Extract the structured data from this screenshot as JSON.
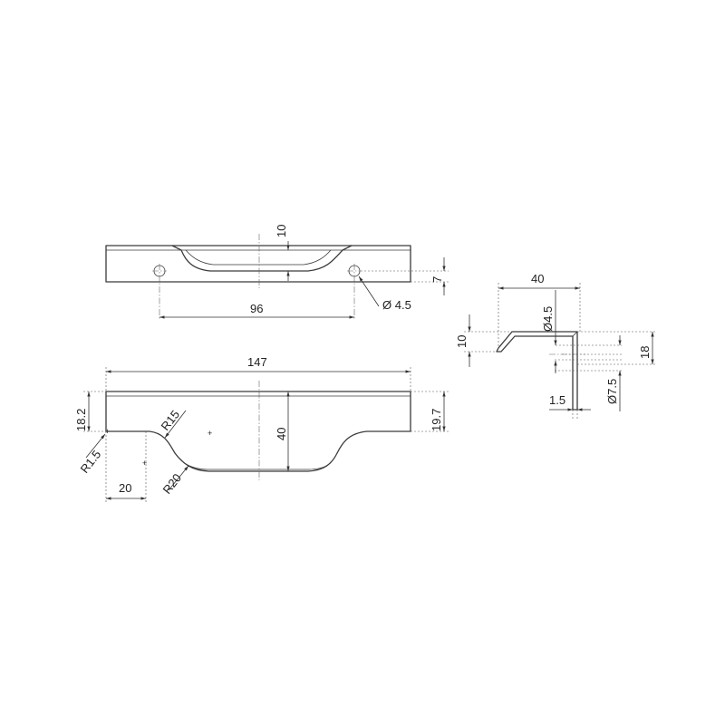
{
  "top_view": {
    "dim_depth": "10",
    "dim_hole_offset": "7",
    "dim_hole_spacing": "96",
    "dim_hole_diameter": "Ø 4.5"
  },
  "front_view": {
    "dim_length": "147",
    "dim_height": "40",
    "dim_left_height": "18.2",
    "dim_right_height": "19.7",
    "dim_offset": "20",
    "radius_small": "R1.5",
    "radius_mid": "R15",
    "radius_large": "R20"
  },
  "side_view": {
    "dim_width": "40",
    "dim_lip": "10",
    "dim_height": "18",
    "dim_hole": "Ø4.5",
    "dim_counterbore": "Ø7.5",
    "dim_thickness": "1.5"
  }
}
